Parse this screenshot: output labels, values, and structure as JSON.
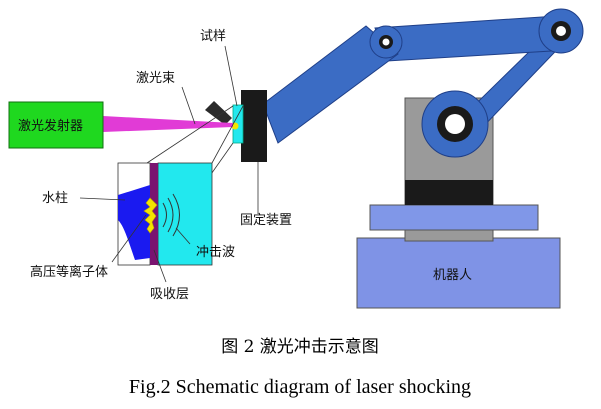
{
  "colors": {
    "robot_blue": "#3b6cc4",
    "robot_blue_dark": "#1f3f88",
    "base_blue": "#7f93e6",
    "mount_blue": "#8097e8",
    "body_gray": "#9a9a9a",
    "laser_green": "#1fd81f",
    "beam_magenta": "#e13bd6",
    "water_blue": "#1a1af0",
    "specimen_cyan": "#22e8ee",
    "absorb_purple": "#7a1470",
    "plasma_yellow": "#f4e400",
    "fixture_black": "#1a1a1a"
  },
  "labels": {
    "laser_emitter": "激光发射器",
    "laser_beam": "激光束",
    "specimen": "试样",
    "fixture": "固定装置",
    "water_column": "水柱",
    "plasma": "高压等离子体",
    "shock_wave": "冲击波",
    "absorb_layer": "吸收层",
    "robot": "机器人"
  },
  "caption": {
    "cn": "图 2  激光冲击示意图",
    "en": "Fig.2 Schematic diagram of laser shocking"
  }
}
